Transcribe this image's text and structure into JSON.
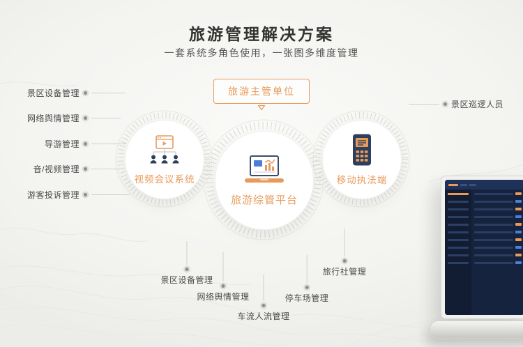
{
  "header": {
    "title": "旅游管理解决方案",
    "subtitle": "一套系统多角色使用，一张图多维度管理"
  },
  "authority_badge": {
    "label": "旅游主管单位"
  },
  "systems": [
    {
      "label": "视频会议系统",
      "icon": "video-conference-icon"
    },
    {
      "label": "旅游综管平台",
      "icon": "laptop-chart-icon"
    },
    {
      "label": "移动执法端",
      "icon": "handheld-terminal-icon"
    }
  ],
  "left_modules": [
    "景区设备管理",
    "网络舆情管理",
    "导游管理",
    "音/视频管理",
    "游客投诉管理"
  ],
  "right_modules": [
    "景区巡逻人员"
  ],
  "bottom_modules": [
    "景区设备管理",
    "网络舆情管理",
    "车流人流管理",
    "停车场管理",
    "旅行社管理"
  ],
  "colors": {
    "accent_orange": "#E89A5A",
    "navy": "#2E3F5C",
    "blue": "#4C7FD9",
    "title_text": "#333333",
    "label_text": "#4A4A4A",
    "leader_line": "#CFCFCA",
    "background": "#F3F3F0"
  }
}
